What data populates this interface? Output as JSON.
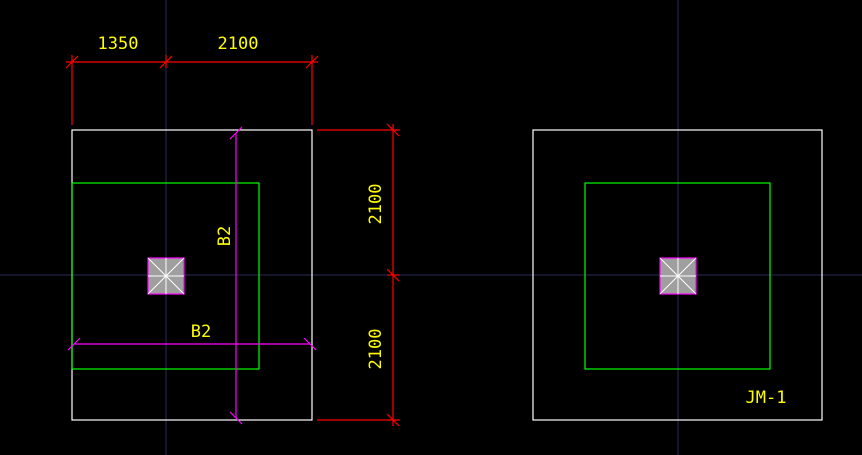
{
  "drawing": {
    "colors": {
      "background": "#000000",
      "outline": "#ffffff",
      "footing_step": "#00ff00",
      "dimension": "#ff0000",
      "dimension_text": "#ffff00",
      "rebar": "#ff00ff",
      "column_fill": "#9f9f9f",
      "column_edge": "#ff00ff",
      "column_cross": "#ffffff",
      "crosshair": "#2a2a5a"
    },
    "dimensions": {
      "top_left": "1350",
      "top_right": "2100",
      "right_upper": "2100",
      "right_lower": "2100"
    },
    "rebar_labels": {
      "vertical": "B2",
      "horizontal": "B2"
    },
    "footing_label": "JM-1"
  }
}
